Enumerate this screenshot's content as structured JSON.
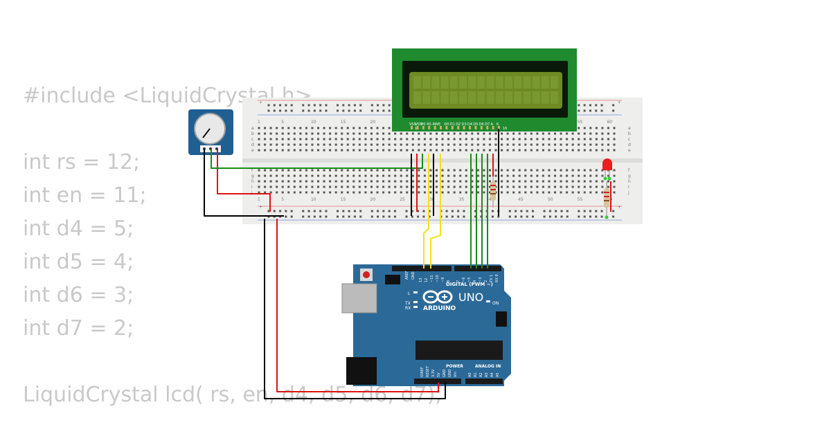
{
  "code": {
    "lines": [
      "#include <LiquidCrystal.h>",
      "",
      "int rs = 12;",
      "int en = 11;",
      "int d4 = 5;",
      "int d5 = 4;",
      "int d6 = 3;",
      "int d7 = 2;",
      "",
      "LiquidCrystal lcd( rs, en, d4, d5, d6, d7);"
    ]
  },
  "breadboard": {
    "column_numbers": [
      "1",
      "5",
      "10",
      "15",
      "20",
      "25",
      "30",
      "35",
      "40",
      "45",
      "50",
      "55",
      "60"
    ],
    "row_letters_top": [
      "a",
      "b",
      "c",
      "d",
      "e"
    ],
    "row_letters_bottom": [
      "f",
      "g",
      "h",
      "i",
      "j"
    ],
    "rail_plus": "+",
    "rail_minus": "-"
  },
  "lcd": {
    "pin_labels": [
      "VSS",
      "VDD",
      "V0",
      "RS",
      "RW",
      "E",
      "D0",
      "D1",
      "D2",
      "D3",
      "D4",
      "D5",
      "D6",
      "D7",
      "A",
      "K"
    ],
    "pin_first": "1",
    "pin_last": "16"
  },
  "arduino": {
    "brand": "ARDUINO",
    "model": "UNO",
    "digital_label": "DIGITAL (PWM ~)",
    "power_label": "POWER",
    "analog_label": "ANALOG IN",
    "on_label": "ON",
    "led_labels": [
      "L",
      "TX",
      "RX"
    ],
    "aref": "AREF",
    "gnd": "GND",
    "digital_pins": [
      "13",
      "12",
      "~11",
      "~10",
      "~9",
      "8",
      "7",
      "~6",
      "~5",
      "4",
      "~3",
      "2",
      "TX 1",
      "RX 0"
    ],
    "power_pins": [
      "IOREF",
      "RESET",
      "3.3V",
      "5V",
      "GND",
      "GND",
      "Vin"
    ],
    "analog_pins": [
      "A0",
      "A1",
      "A2",
      "A3",
      "A4",
      "A5"
    ]
  },
  "colors": {
    "wire_black": "#000000",
    "wire_red": "#dd1111",
    "wire_green": "#1a8a1a",
    "wire_yellow": "#f2e21a",
    "board_blue": "#2b6a98",
    "lcd_green": "#1f8a2e",
    "lcd_screen": "#6e8b24",
    "led_red": "#e82020"
  },
  "icons": {
    "arduino_logo": "infinity-minus-plus-icon",
    "potentiometer": "knob-icon"
  }
}
